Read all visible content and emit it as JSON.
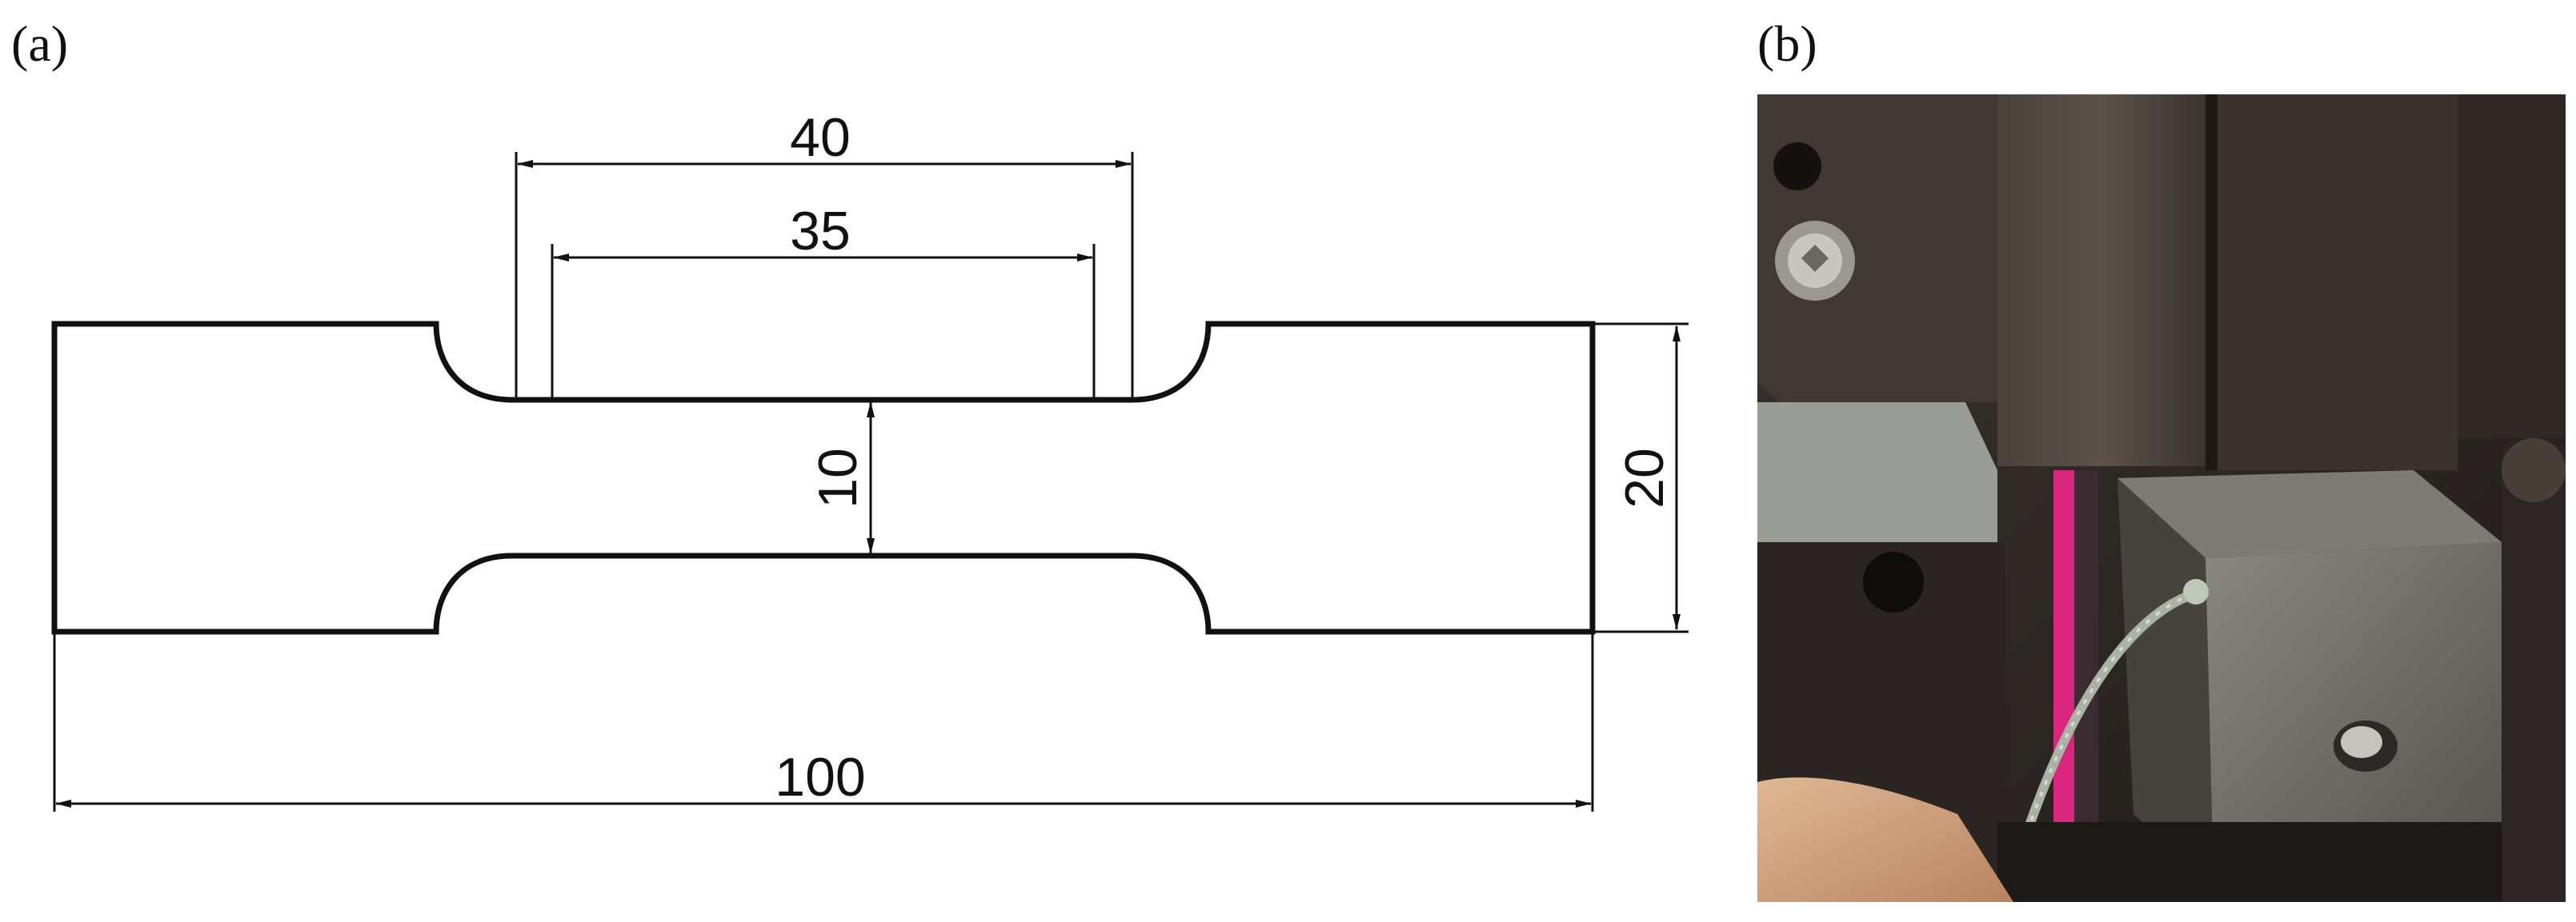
{
  "panels": {
    "a": {
      "label": "(a)"
    },
    "b": {
      "label": "(b)"
    }
  },
  "dimensions": {
    "gauge_outer": "40",
    "gauge_inner": "35",
    "gauge_width": "10",
    "grip_width": "20",
    "total_length": "100"
  },
  "colors": {
    "line": "#111111",
    "photo_dark": "#2b2622",
    "photo_block": "#6e6b66",
    "specimen_edge": "#d9257d",
    "wire": "#a9b3a4"
  },
  "photo": {
    "icons": [
      "screw-head-icon",
      "hole-icon",
      "thermocouple-wire-icon"
    ]
  }
}
